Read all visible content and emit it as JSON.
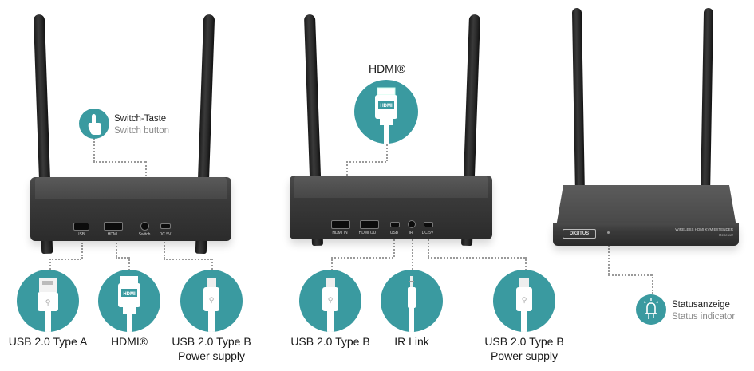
{
  "callouts": {
    "switch": {
      "primary": "Switch-Taste",
      "secondary": "Switch button",
      "icon": "hand-pointer-icon"
    },
    "status": {
      "primary": "Statusanzeige",
      "secondary": "Status indicator",
      "icon": "led-icon"
    },
    "hdmi_top": {
      "label": "HDMI®",
      "icon": "hdmi-plug-icon",
      "plug_text": "HDMI"
    }
  },
  "transmitter": {
    "ports": [
      "USB",
      "HDMI",
      "Switch",
      "DC 5V"
    ]
  },
  "receiver": {
    "ports": [
      "HDMI IN",
      "HDMI OUT",
      "USB",
      "IR",
      "DC 5V"
    ],
    "brand": "DIGITUS",
    "model_line": "WIRELESS HDMI KVM EXTENDER",
    "model_sub": "Receiver"
  },
  "connectors": [
    {
      "icon": "usb-a-plug-icon",
      "line1": "USB 2.0 Type A",
      "line2": ""
    },
    {
      "icon": "hdmi-plug-icon",
      "line1": "HDMI®",
      "line2": "",
      "plug_text": "HDMI"
    },
    {
      "icon": "usb-b-plug-icon",
      "line1": "USB 2.0 Type B",
      "line2": "Power supply"
    },
    {
      "icon": "usb-b-plug-icon",
      "line1": "USB 2.0 Type B",
      "line2": ""
    },
    {
      "icon": "audio-jack-icon",
      "line1": "IR Link",
      "line2": ""
    },
    {
      "icon": "usb-b-plug-icon",
      "line1": "USB 2.0 Type B",
      "line2": "Power supply"
    }
  ],
  "colors": {
    "accent": "#3a9aa0",
    "device": "#333333",
    "dots": "#9a9a9a"
  }
}
